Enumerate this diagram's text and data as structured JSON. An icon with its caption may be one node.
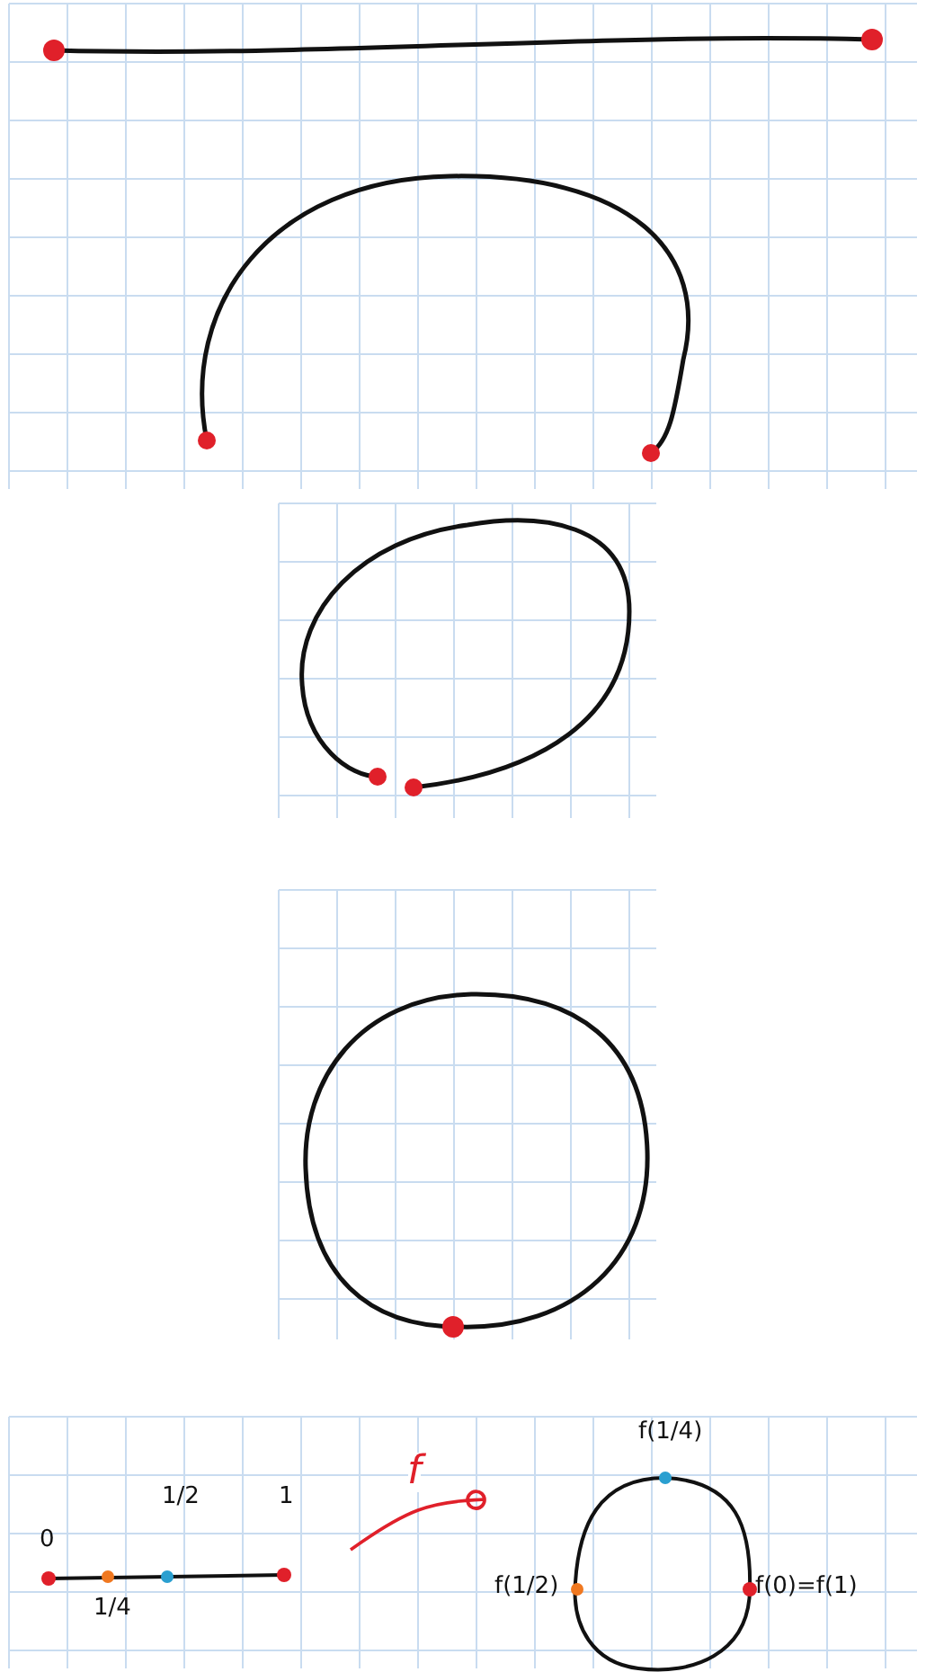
{
  "diagram": {
    "nodes": [
      {
        "text": [],
        "shape": "picture",
        "beside": [
          "0",
          "1/2",
          "1",
          "1/4"
        ]
      },
      {
        "text": [],
        "shape": "picture",
        "beside": [
          "f(1/4)",
          "f(1/2)",
          "f(0)=f(1)"
        ]
      }
    ],
    "edges": [
      {
        "from": 0,
        "to": 1,
        "arrow": "other",
        "label": "f",
        "color": "#e0202a"
      }
    ]
  }
}
